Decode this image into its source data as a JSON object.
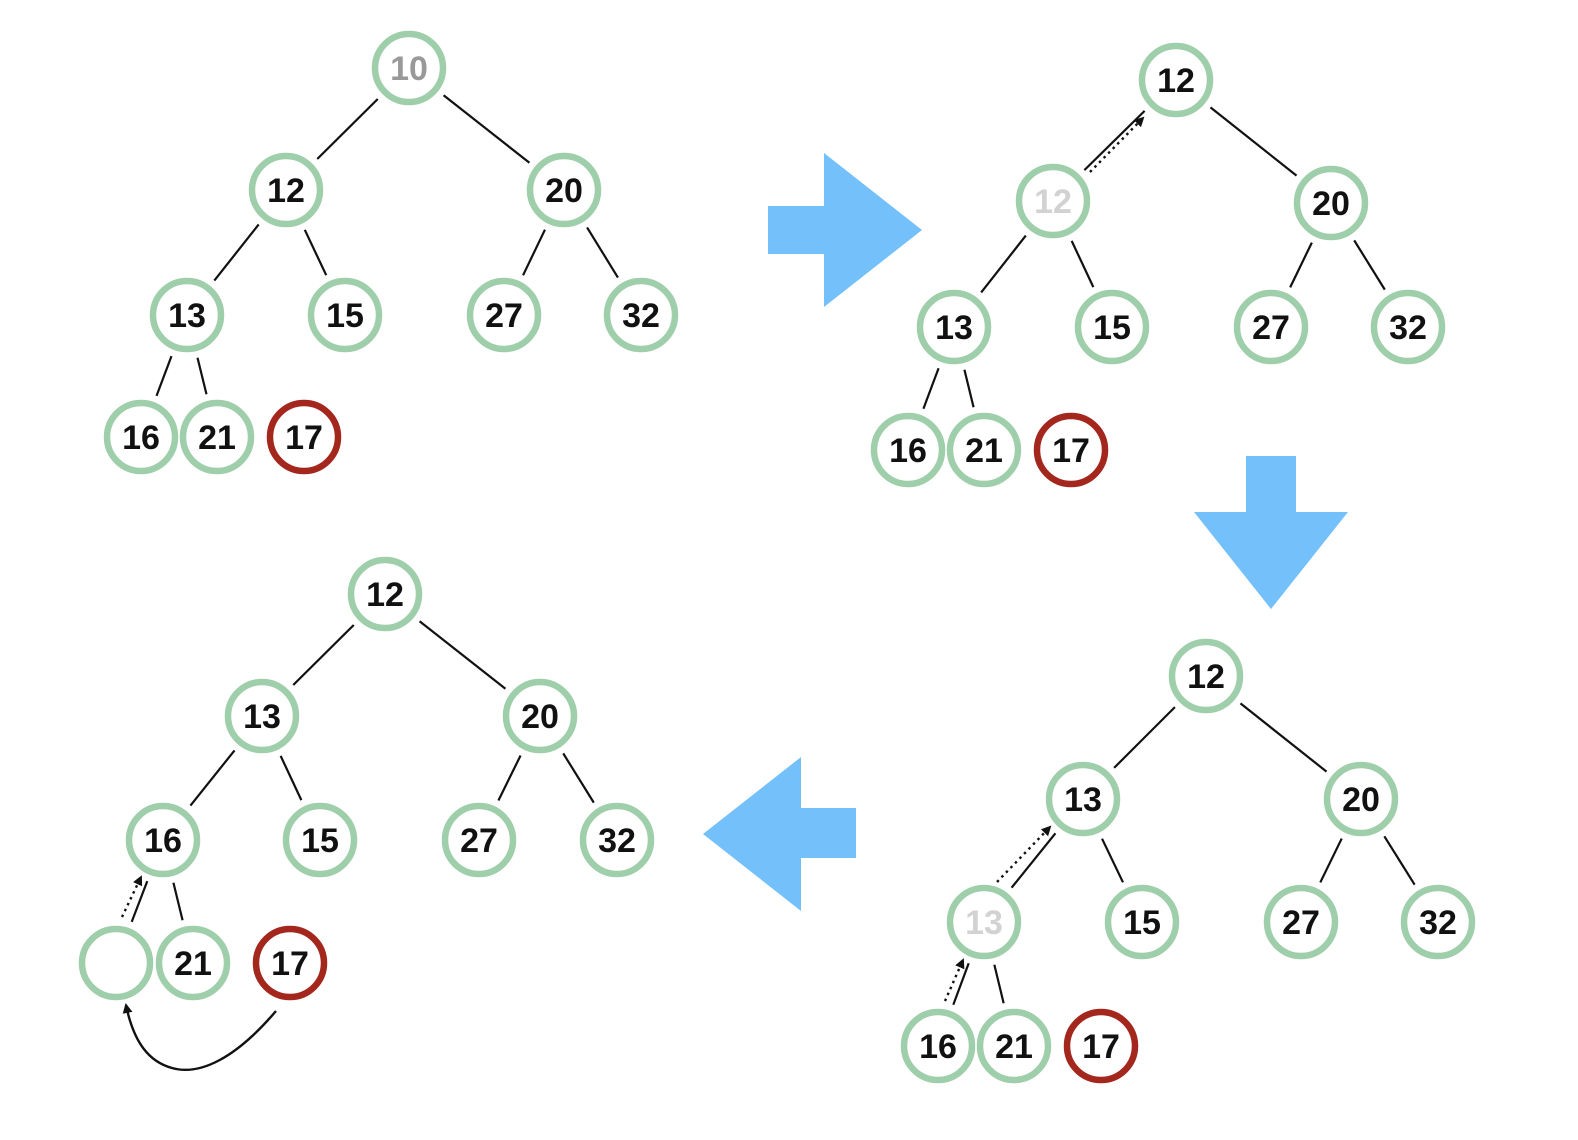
{
  "colors": {
    "node_border": "#9fceab",
    "highlight_border": "#a3271c",
    "text": "#111111",
    "text_faded_gray": "#999999",
    "text_faded_light": "#d2d2d2",
    "arrow_fill": "#74c0fa",
    "edge": "#111111"
  },
  "stages": [
    {
      "name": "stage-1",
      "nodes": [
        {
          "id": "n1",
          "label": "10",
          "style": "faded-gray"
        },
        {
          "id": "n2",
          "label": "12",
          "style": "normal"
        },
        {
          "id": "n3",
          "label": "20",
          "style": "normal"
        },
        {
          "id": "n4",
          "label": "13",
          "style": "normal"
        },
        {
          "id": "n5",
          "label": "15",
          "style": "normal"
        },
        {
          "id": "n6",
          "label": "27",
          "style": "normal"
        },
        {
          "id": "n7",
          "label": "32",
          "style": "normal"
        },
        {
          "id": "n8",
          "label": "16",
          "style": "normal"
        },
        {
          "id": "n9",
          "label": "21",
          "style": "normal"
        },
        {
          "id": "n10",
          "label": "17",
          "style": "highlight"
        }
      ]
    },
    {
      "name": "stage-2",
      "nodes": [
        {
          "id": "n1",
          "label": "12",
          "style": "normal"
        },
        {
          "id": "n2",
          "label": "12",
          "style": "faded-light"
        },
        {
          "id": "n3",
          "label": "20",
          "style": "normal"
        },
        {
          "id": "n4",
          "label": "13",
          "style": "normal"
        },
        {
          "id": "n5",
          "label": "15",
          "style": "normal"
        },
        {
          "id": "n6",
          "label": "27",
          "style": "normal"
        },
        {
          "id": "n7",
          "label": "32",
          "style": "normal"
        },
        {
          "id": "n8",
          "label": "16",
          "style": "normal"
        },
        {
          "id": "n9",
          "label": "21",
          "style": "normal"
        },
        {
          "id": "n10",
          "label": "17",
          "style": "highlight"
        }
      ]
    },
    {
      "name": "stage-3",
      "nodes": [
        {
          "id": "n1",
          "label": "12",
          "style": "normal"
        },
        {
          "id": "n2",
          "label": "13",
          "style": "normal"
        },
        {
          "id": "n3",
          "label": "20",
          "style": "normal"
        },
        {
          "id": "n4",
          "label": "13",
          "style": "faded-light"
        },
        {
          "id": "n5",
          "label": "15",
          "style": "normal"
        },
        {
          "id": "n6",
          "label": "27",
          "style": "normal"
        },
        {
          "id": "n7",
          "label": "32",
          "style": "normal"
        },
        {
          "id": "n8",
          "label": "16",
          "style": "normal"
        },
        {
          "id": "n9",
          "label": "21",
          "style": "normal"
        },
        {
          "id": "n10",
          "label": "17",
          "style": "highlight"
        }
      ]
    },
    {
      "name": "stage-4",
      "nodes": [
        {
          "id": "n1",
          "label": "12",
          "style": "normal"
        },
        {
          "id": "n2",
          "label": "13",
          "style": "normal"
        },
        {
          "id": "n3",
          "label": "20",
          "style": "normal"
        },
        {
          "id": "n4",
          "label": "16",
          "style": "normal"
        },
        {
          "id": "n5",
          "label": "15",
          "style": "normal"
        },
        {
          "id": "n6",
          "label": "27",
          "style": "normal"
        },
        {
          "id": "n7",
          "label": "32",
          "style": "normal"
        },
        {
          "id": "n8",
          "label": "",
          "style": "normal"
        },
        {
          "id": "n9",
          "label": "21",
          "style": "normal"
        },
        {
          "id": "n10",
          "label": "17",
          "style": "highlight"
        }
      ]
    }
  ],
  "flow_arrows": [
    {
      "from": "stage-1",
      "to": "stage-2",
      "direction": "right"
    },
    {
      "from": "stage-2",
      "to": "stage-3",
      "direction": "down"
    },
    {
      "from": "stage-3",
      "to": "stage-4",
      "direction": "left"
    }
  ]
}
